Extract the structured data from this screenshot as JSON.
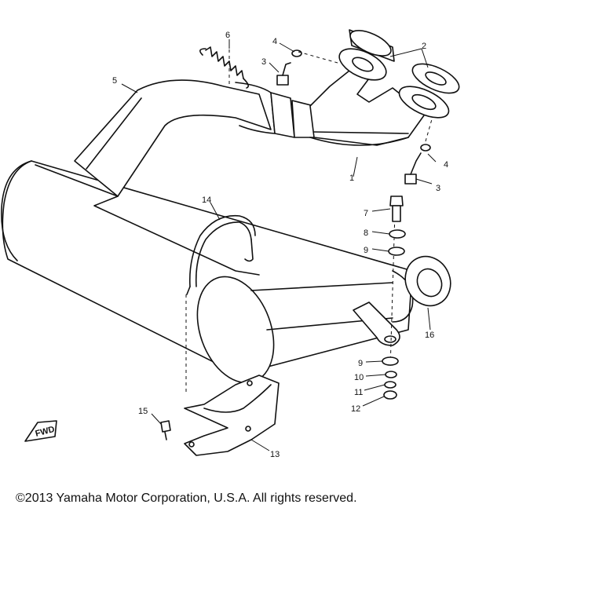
{
  "callouts": {
    "c1": "1",
    "c2": "2",
    "c3a": "3",
    "c3b": "3",
    "c4a": "4",
    "c4b": "4",
    "c5": "5",
    "c6": "6",
    "c7": "7",
    "c8": "8",
    "c9a": "9",
    "c9b": "9",
    "c10": "10",
    "c11": "11",
    "c12": "12",
    "c13": "13",
    "c14": "14",
    "c15": "15",
    "c16": "16"
  },
  "fwd_label": "FWD",
  "copyright": "©2013 Yamaha Motor Corporation, U.S.A. All rights reserved."
}
